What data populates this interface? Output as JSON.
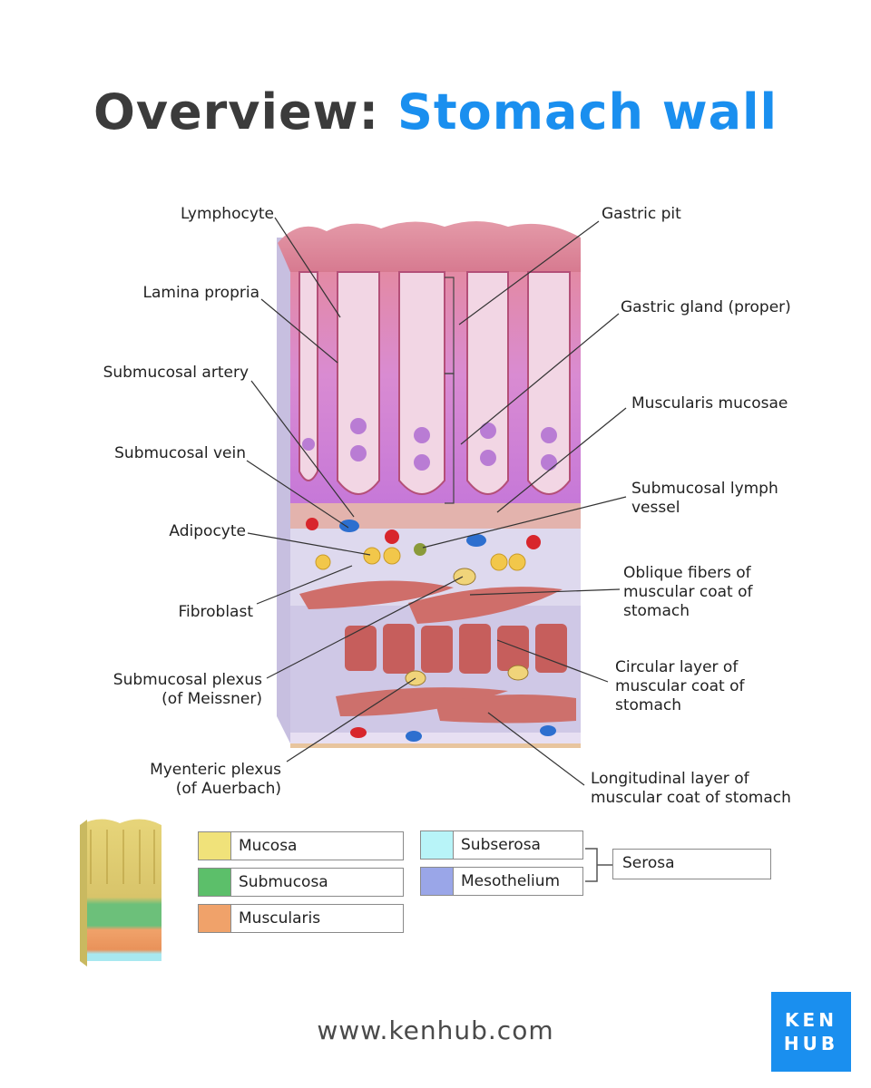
{
  "title": {
    "prefix": "Overview:",
    "highlight": "Stomach wall"
  },
  "colors": {
    "title_dark": "#3b3b3b",
    "title_accent": "#1a8fef",
    "brand": "#1a8fef"
  },
  "labels_left": {
    "lymphocyte": "Lymphocyte",
    "lamina_propria": "Lamina propria",
    "submucosal_artery": "Submucosal artery",
    "submucosal_vein": "Submucosal vein",
    "adipocyte": "Adipocyte",
    "fibroblast": "Fibroblast",
    "submucosal_plexus": "Submucosal plexus\n(of Meissner)",
    "myenteric_plexus": "Myenteric plexus\n(of Auerbach)"
  },
  "labels_right": {
    "gastric_pit": "Gastric pit",
    "gastric_gland": "Gastric gland (proper)",
    "muscularis_mucosae": "Muscularis mucosae",
    "submucosal_lymph_vessel": "Submucosal lymph\nvessel",
    "oblique_fibers": "Oblique fibers of\nmuscular coat of\nstomach",
    "circular_layer": "Circular layer of\nmuscular coat of\nstomach",
    "longitudinal_layer": "Longitudinal layer of\nmuscular coat of stomach"
  },
  "legend": {
    "mucosa": {
      "label": "Mucosa",
      "color": "#f0e27a"
    },
    "submucosa": {
      "label": "Submucosa",
      "color": "#5cbf6a"
    },
    "muscularis": {
      "label": "Muscularis",
      "color": "#f0a26a"
    },
    "subserosa": {
      "label": "Subserosa",
      "color": "#b8f4f8"
    },
    "mesothelium": {
      "label": "Mesothelium",
      "color": "#9aa6e8"
    },
    "serosa": "Serosa"
  },
  "footer": {
    "url": "www.kenhub.com",
    "logo_line1": "KEN",
    "logo_line2": "HUB"
  }
}
